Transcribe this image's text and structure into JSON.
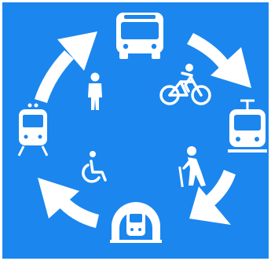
{
  "colors": {
    "background": "#1b86ee",
    "foreground": "#ffffff",
    "border": "#ffffff"
  },
  "icons": [
    "bus-icon",
    "bicycle-icon",
    "tram-icon",
    "elderly-person-with-cane-icon",
    "metro-underground-icon",
    "wheelchair-accessibility-icon",
    "train-icon",
    "pedestrian-icon"
  ],
  "arrows": [
    "arrow-bus-to-tram",
    "arrow-tram-to-metro",
    "arrow-metro-to-train",
    "arrow-train-to-bus"
  ]
}
